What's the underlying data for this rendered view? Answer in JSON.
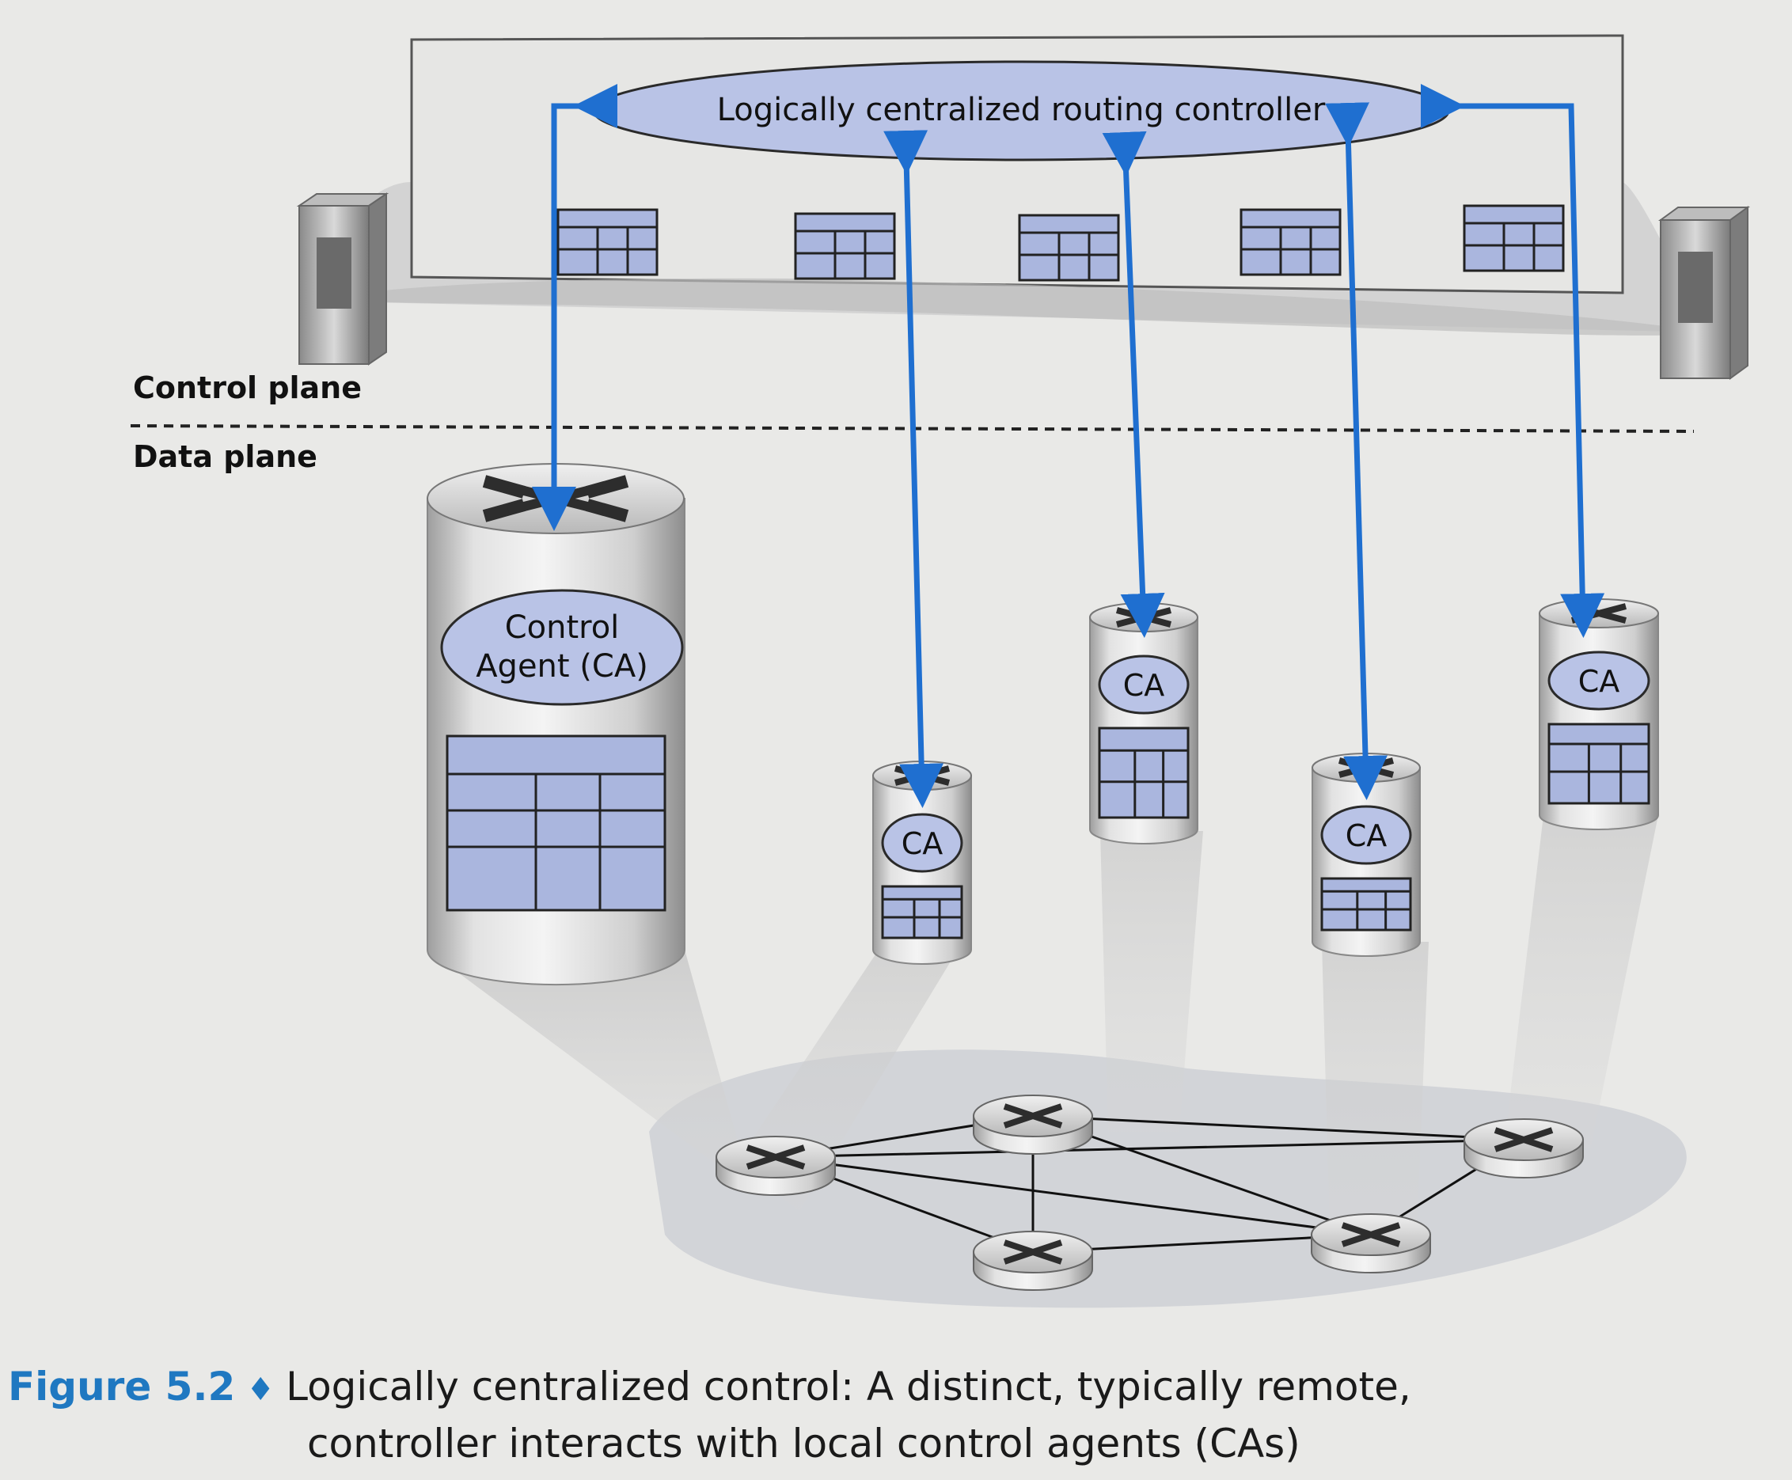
{
  "diagram": {
    "controller_label": "Logically centralized routing controller",
    "control_plane_label": "Control plane",
    "data_plane_label": "Data plane",
    "control_agent_label_line1": "Control",
    "control_agent_label_line2": "Agent (CA)",
    "ca_label": "CA"
  },
  "caption": {
    "figure_label": "Figure 5.2",
    "separator": "♦",
    "line1": "Logically centralized control: A distinct, typically remote,",
    "line2": "controller interacts with local control agents (CAs)"
  },
  "colors": {
    "arrow_blue": "#1f6fd0",
    "ellipse_fill": "#b9c3e6",
    "table_fill": "#aab6de",
    "figure_label_blue": "#1f78c1"
  }
}
